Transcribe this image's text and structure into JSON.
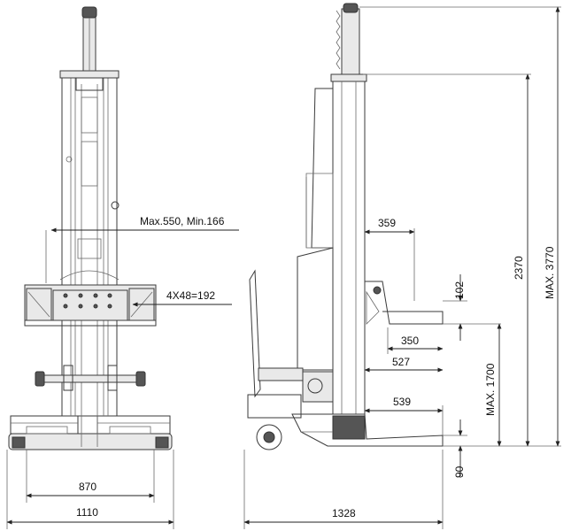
{
  "front_view": {
    "stroke_label": "Max.550, Min.166",
    "holes_label": "4X48=192",
    "inner_width": "870",
    "outer_width": "1110"
  },
  "side_view": {
    "dim_359": "359",
    "dim_102": "102",
    "dim_350": "350",
    "dim_527": "527",
    "dim_539": "539",
    "dim_1328": "1328",
    "dim_90": "90",
    "max_1700": "MAX. 1700",
    "dim_2370": "2370",
    "max_3770": "MAX. 3770"
  }
}
